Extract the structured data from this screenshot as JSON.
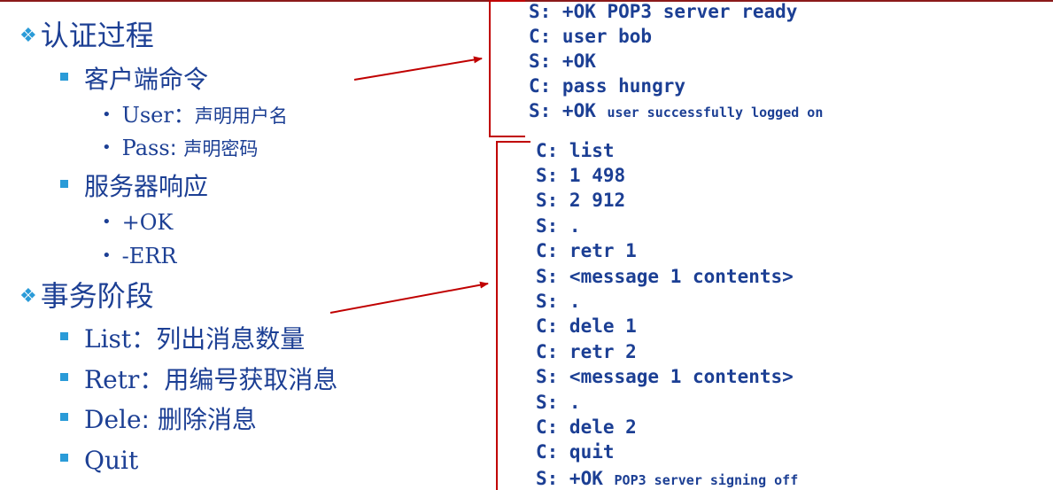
{
  "left": {
    "auth_title": "认证过程",
    "client_cmds": "客户端命令",
    "user_cmd": "User",
    "user_sep": "：",
    "user_desc": "声明用户名",
    "pass_cmd": "Pass",
    "pass_sep": ": ",
    "pass_desc": "声明密码",
    "server_resp": "服务器响应",
    "ok": "+OK",
    "err": "-ERR",
    "txn_title": "事务阶段",
    "list_cmd": "List",
    "list_sep": "：",
    "list_desc": "列出消息数量",
    "retr_cmd": "Retr",
    "retr_sep": "：",
    "retr_desc": "用编号获取消息",
    "dele_cmd": "Dele",
    "dele_sep": ": ",
    "dele_desc": "删除消息",
    "quit_cmd": "Quit"
  },
  "auth_session": [
    {
      "main": "S: +OK POP3 server ready",
      "small": ""
    },
    {
      "main": "C: user bob",
      "small": ""
    },
    {
      "main": "S: +OK",
      "small": ""
    },
    {
      "main": "C: pass hungry",
      "small": ""
    },
    {
      "main": "S: +OK ",
      "small": "user successfully logged on"
    }
  ],
  "txn_session": [
    {
      "main": "C: list",
      "small": ""
    },
    {
      "main": "S: 1 498",
      "small": ""
    },
    {
      "main": "S: 2 912",
      "small": ""
    },
    {
      "main": "S: .",
      "small": ""
    },
    {
      "main": "C: retr 1",
      "small": ""
    },
    {
      "main": "S: <message 1 contents>",
      "small": ""
    },
    {
      "main": "S: .",
      "small": ""
    },
    {
      "main": "C: dele 1",
      "small": ""
    },
    {
      "main": "C: retr 2",
      "small": ""
    },
    {
      "main": "S: <message 1 contents>",
      "small": ""
    },
    {
      "main": "S: .",
      "small": ""
    },
    {
      "main": "C: dele 2",
      "small": ""
    },
    {
      "main": "C: quit",
      "small": ""
    },
    {
      "main": "S: +OK ",
      "small": "POP3 server signing off"
    }
  ],
  "colors": {
    "text": "#1c3f94",
    "bullet": "#2a9bd8",
    "bracket": "#c00000",
    "topline": "#8b1a1a"
  }
}
